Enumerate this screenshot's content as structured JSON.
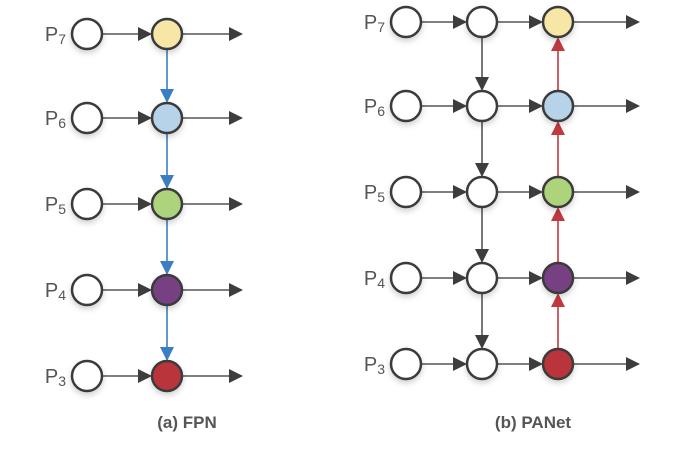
{
  "colors": {
    "node_stroke": "#3a3a3a",
    "edge": "#555555",
    "arrow_head": "#3d3d3d",
    "fpn_top_down": "#3a7fc1",
    "panet_bottom_up": "#c0393f",
    "empty_node": "#ffffff"
  },
  "levels": [
    {
      "label": "P",
      "sub": "7",
      "color": "#f7e6a5"
    },
    {
      "label": "P",
      "sub": "6",
      "color": "#b7d3ea"
    },
    {
      "label": "P",
      "sub": "5",
      "color": "#add47b"
    },
    {
      "label": "P",
      "sub": "4",
      "color": "#773f82"
    },
    {
      "label": "P",
      "sub": "3",
      "color": "#b9363a"
    }
  ],
  "panels": [
    {
      "id": "fpn",
      "caption": "(a) FPN"
    },
    {
      "id": "panet",
      "caption": "(b) PANet"
    }
  ]
}
